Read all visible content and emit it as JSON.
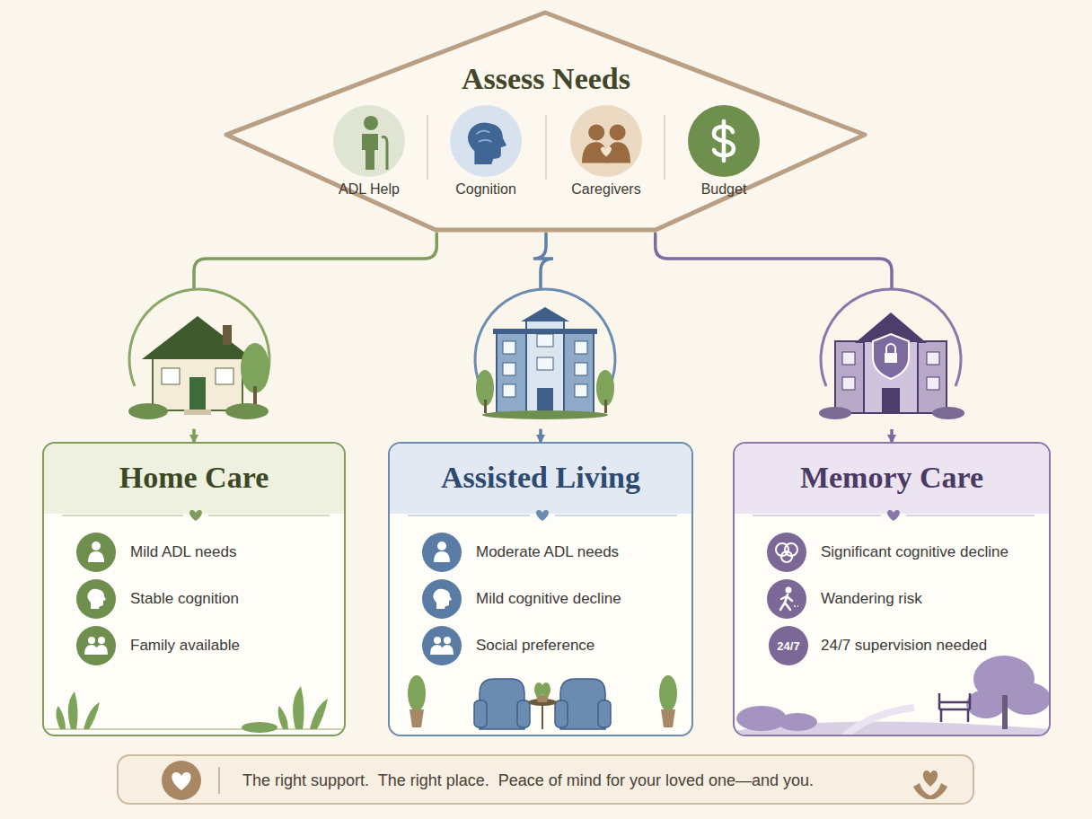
{
  "diagram": {
    "caption": "The right support.  The right place.  Peace of mind for your loved one—and you.",
    "nodes": [
      {
        "text": [
          "Assess Needs",
          "ADL Help",
          "Cognition",
          "Caregivers",
          "Budget"
        ]
      },
      {
        "text": [
          "Home Care",
          "Mild ADL needs",
          "Stable cognition",
          "Family available"
        ]
      },
      {
        "text": [
          "Assisted Living",
          "Moderate ADL needs",
          "Mild cognitive decline",
          "Social preference"
        ]
      },
      {
        "text": [
          "Memory Care",
          "Significant cognitive decline",
          "Wandering risk",
          "24/7 supervision needed"
        ]
      },
      {
        "text": [
          "24/7"
        ],
        "in": 3
      }
    ],
    "edges": [
      {
        "from": 0,
        "to": 1,
        "arrow": "to"
      },
      {
        "from": 0,
        "to": 2,
        "arrow": "to"
      },
      {
        "from": 0,
        "to": 3,
        "arrow": "to"
      }
    ]
  }
}
